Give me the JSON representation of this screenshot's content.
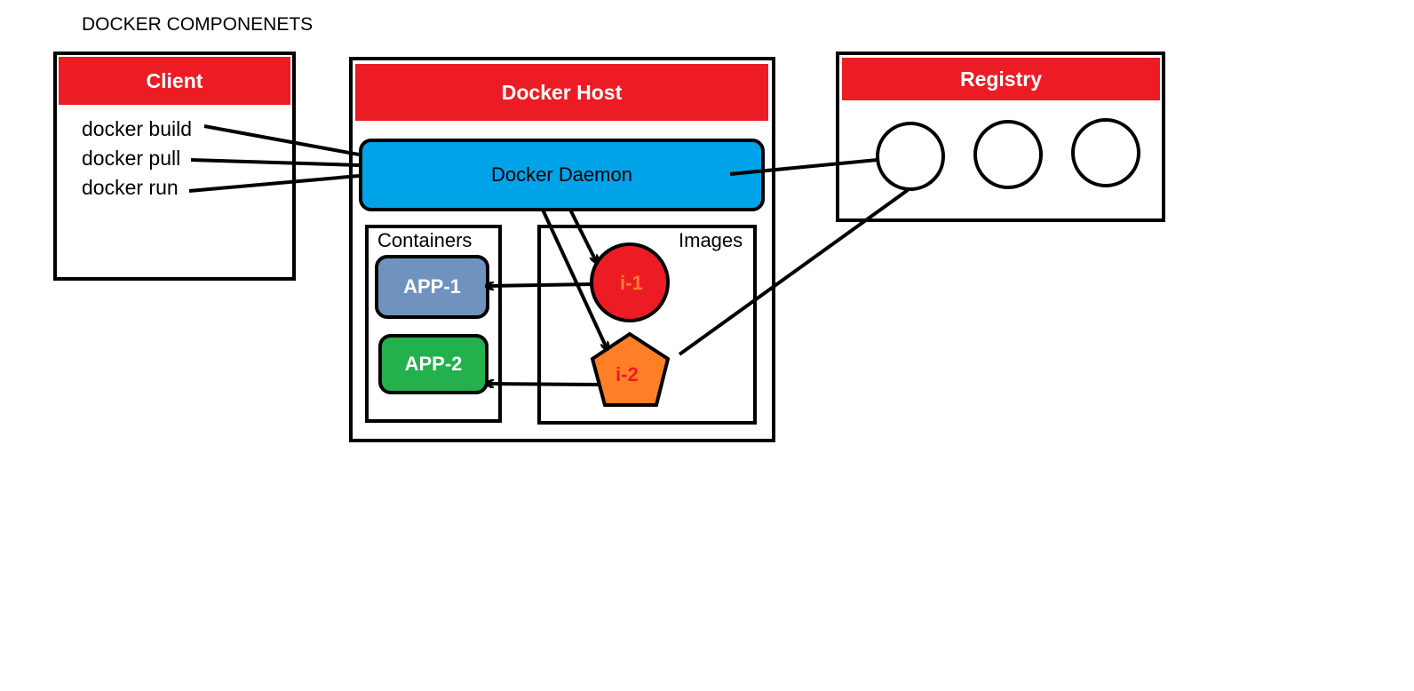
{
  "title": "DOCKER COMPONENETS",
  "client": {
    "header": "Client",
    "commands": [
      "docker build",
      "docker pull",
      "docker run"
    ]
  },
  "docker_host": {
    "header": "Docker Host",
    "daemon": "Docker Daemon",
    "containers": {
      "label": "Containers",
      "apps": [
        "APP-1",
        "APP-2"
      ]
    },
    "images": {
      "label": "Images",
      "items": [
        "i-1",
        "i-2"
      ]
    }
  },
  "registry": {
    "header": "Registry"
  },
  "colors": {
    "header_red": "#ed1c24",
    "daemon_blue": "#00a2e8",
    "app1": "#7092be",
    "app2": "#22b14c",
    "image1": "#ed1c24",
    "image2": "#ff7f27"
  }
}
